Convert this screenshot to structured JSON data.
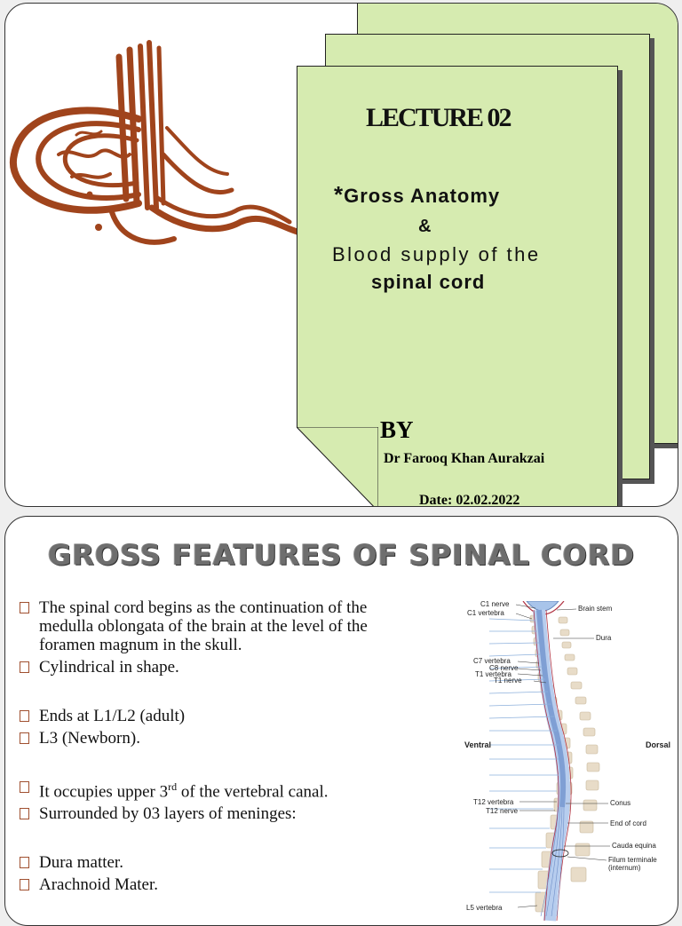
{
  "cover": {
    "lecture_title": "LECTURE 02",
    "topic_star": "*",
    "topic_line1": "Gross Anatomy",
    "topic_amp": "&",
    "topic_line2": "Blood supply of the",
    "topic_line3": "spinal cord",
    "by_label": "BY",
    "author": "Dr Farooq Khan Aurakzai",
    "date": "Date: 02.02.2022",
    "colors": {
      "sheet": "#d6ebb0",
      "calligraphy": "#a0441c"
    },
    "calligraphy_icon": "bismillah-calligraphy"
  },
  "content_slide": {
    "title": "GROSS FEATURES OF SPINAL CORD",
    "bullets": [
      "The spinal cord begins as the continuation of the medulla oblongata of the brain at the level of the foramen magnum in the skull.",
      "Cylindrical in shape.",
      "Ends at L1/L2 (adult)",
      "L3 (Newborn).",
      "It occupies upper 3",
      "rd",
      "of the vertebral canal.",
      "Surrounded by 03 layers of meninges:",
      "Dura matter.",
      "Arachnoid Mater."
    ],
    "figure_labels": {
      "c1_nerve": "C1 nerve",
      "c1_vertebra": "C1 vertebra",
      "brain_stem": "Brain stem",
      "dura": "Dura",
      "c7_vertebra": "C7 vertebra",
      "c8_nerve": "C8 nerve",
      "t1_vertebra": "T1 vertebra",
      "t1_nerve": "T1 nerve",
      "ventral": "Ventral",
      "dorsal": "Dorsal",
      "t12_vertebra": "T12 vertebra",
      "t12_nerve": "T12 nerve",
      "conus": "Conus",
      "end_of_cord": "End of cord",
      "cauda_equina": "Cauda equina",
      "filum_1": "Filum terminale",
      "filum_2": "(internum)",
      "l5_vertebra": "L5 vertebra"
    }
  }
}
